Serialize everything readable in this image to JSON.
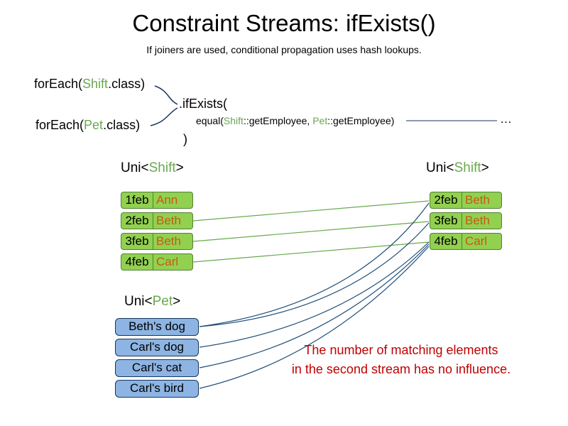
{
  "title": "Constraint Streams: ifExists()",
  "subtitle": "If joiners are used, conditional propagation uses hash lookups.",
  "code": {
    "foreach_shift": {
      "prefix": "forEach(",
      "type": "Shift",
      "suffix": ".class)"
    },
    "foreach_pet": {
      "prefix": "forEach(",
      "type": "Pet",
      "suffix": ".class)"
    },
    "if_exists_open": ".ifExists(",
    "equal": {
      "prefix": "equal(",
      "shift_type": "Shift",
      "mid": "::getEmployee, ",
      "pet_type": "Pet",
      "suffix": "::getEmployee)"
    },
    "ellipsis": "…",
    "if_exists_close": ")"
  },
  "left_shift_stream": {
    "label": {
      "prefix": "Uni<",
      "type": "Shift",
      "suffix": ">"
    },
    "rows": [
      {
        "date": "1feb",
        "name": "Ann"
      },
      {
        "date": "2feb",
        "name": "Beth"
      },
      {
        "date": "3feb",
        "name": "Beth"
      },
      {
        "date": "4feb",
        "name": "Carl"
      }
    ]
  },
  "right_shift_stream": {
    "label": {
      "prefix": "Uni<",
      "type": "Shift",
      "suffix": ">"
    },
    "rows": [
      {
        "date": "2feb",
        "name": "Beth"
      },
      {
        "date": "3feb",
        "name": "Beth"
      },
      {
        "date": "4feb",
        "name": "Carl"
      }
    ]
  },
  "pet_stream": {
    "label": {
      "prefix": "Uni<",
      "type": "Pet",
      "suffix": ">"
    },
    "items": [
      "Beth's dog",
      "Carl's dog",
      "Carl's cat",
      "Carl's bird"
    ]
  },
  "note": {
    "line1": "The number of matching elements",
    "line2": "in the second stream has no influence."
  },
  "colors": {
    "green_text": "#6aa84f",
    "box_green_bg": "#92d050",
    "box_green_border": "#538135",
    "name_orange": "#c55a11",
    "box_blue_bg": "#8db4e2",
    "box_blue_border": "#17365d",
    "line_green": "#6aa84f",
    "line_blue": "#1f4e79",
    "note_red": "#c00000",
    "connector": "#17365d"
  }
}
